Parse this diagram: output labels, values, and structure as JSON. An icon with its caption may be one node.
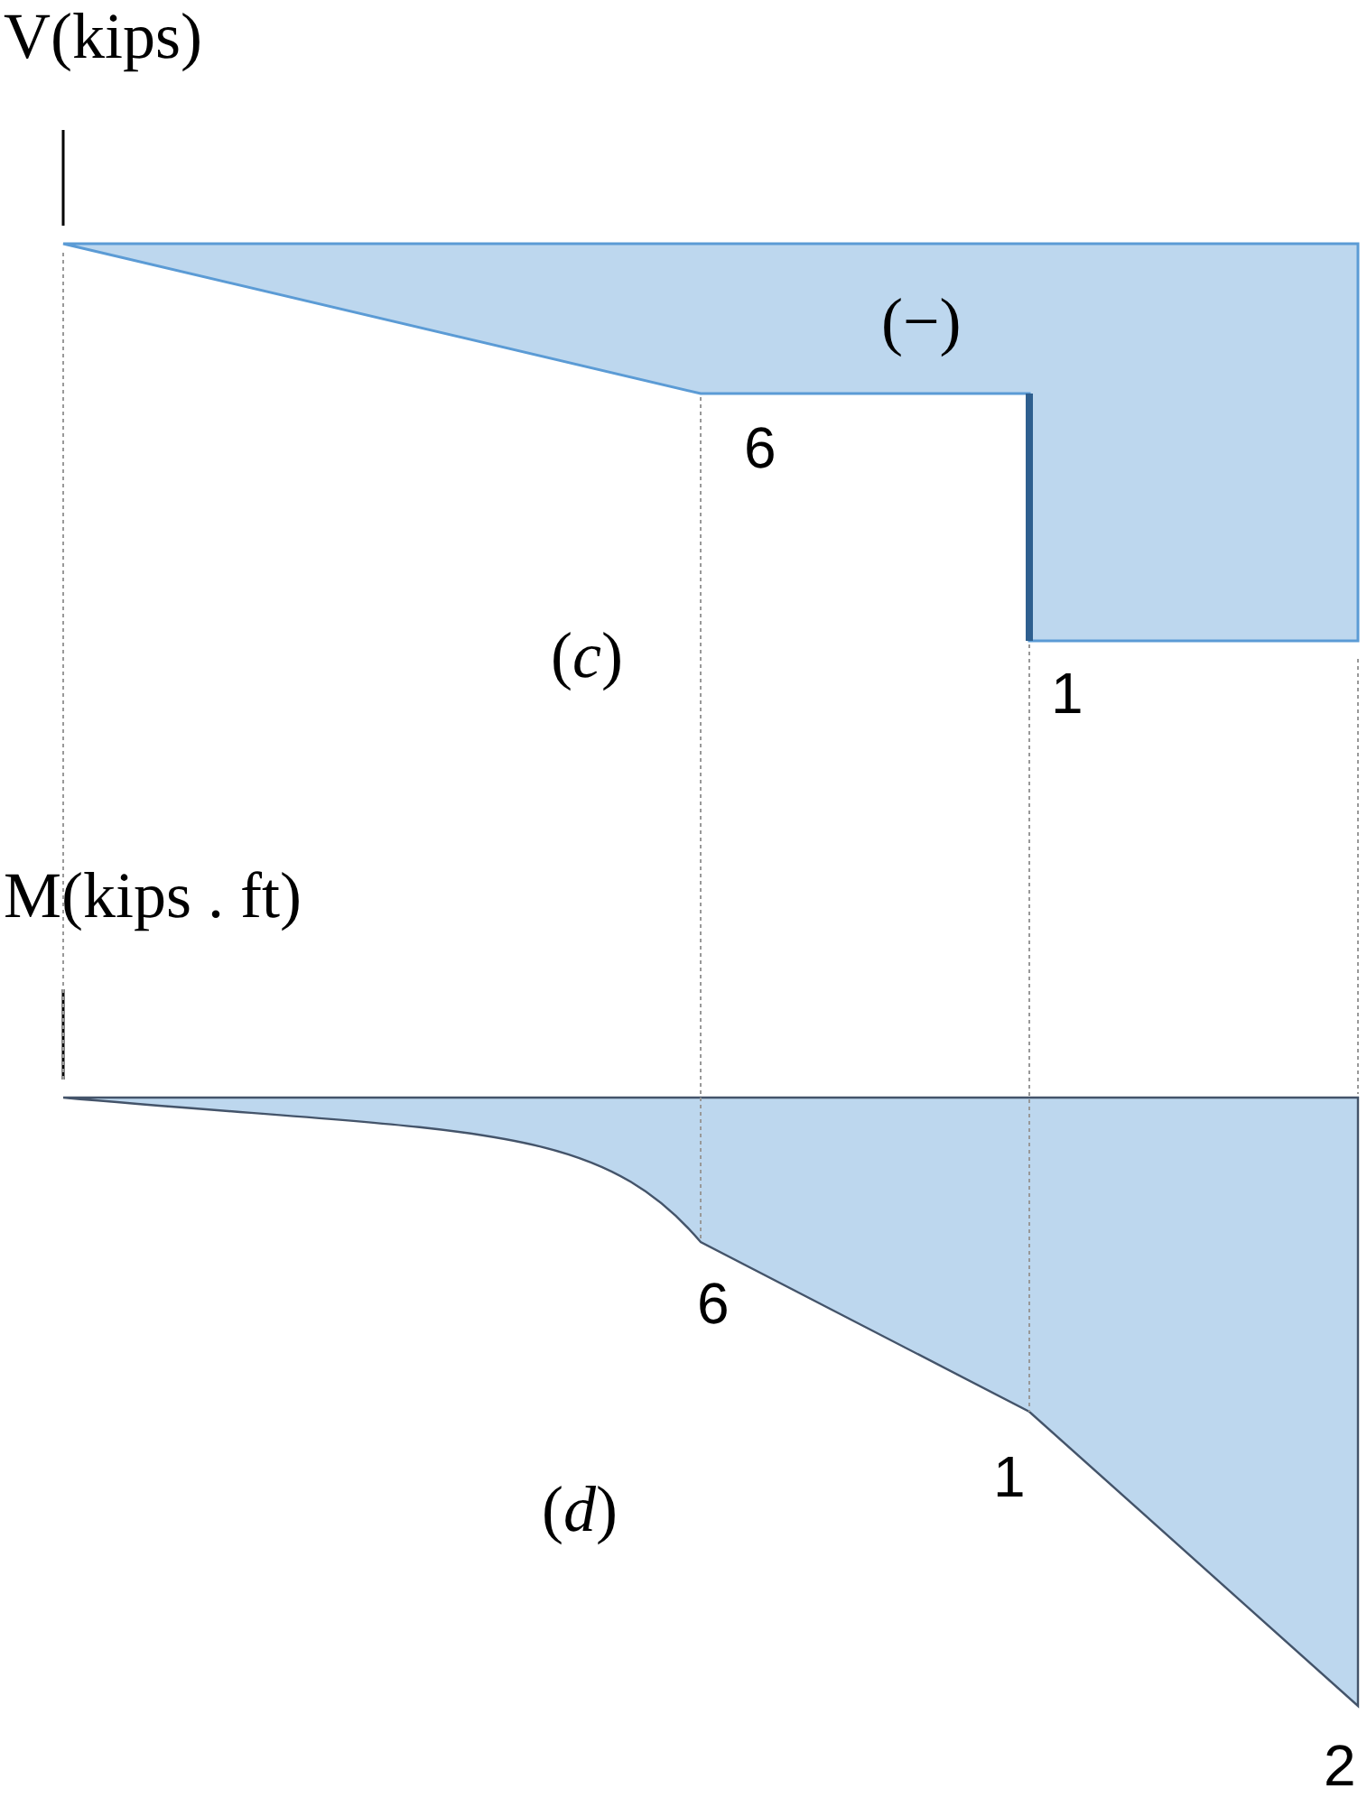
{
  "diagram": {
    "labels": [
      "V(kips)",
      "(−)",
      "6",
      "(*c*)",
      "1",
      "M(kips . ft)",
      "6",
      "1",
      "(*d*)",
      "2"
    ]
  }
}
